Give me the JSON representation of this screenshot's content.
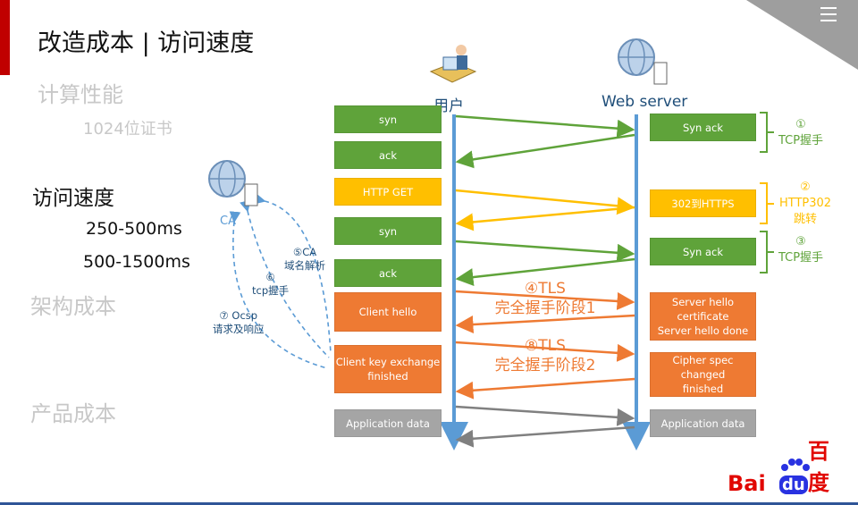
{
  "title": "改造成本 | 访问速度",
  "sidebar": {
    "compute": "计算性能",
    "cert": "1024位证书",
    "access": "访问速度",
    "speed1": "250-500ms",
    "speed2": "500-1500ms",
    "arch": "架构成本",
    "product": "产品成本"
  },
  "actors": {
    "user": "用户",
    "server": "Web server",
    "ca": "CA"
  },
  "client_boxes": [
    "syn",
    "ack",
    "HTTP GET",
    "syn",
    "ack",
    "Client hello",
    "Client key exchange\nfinished",
    "Application data"
  ],
  "server_boxes": [
    "Syn ack",
    "302到HTTPS",
    "Syn ack",
    "Server hello\ncertificate\nServer hello done",
    "Cipher spec changed\nfinished",
    "Application data"
  ],
  "notes": {
    "n1_num": "①",
    "n1_text": "TCP握手",
    "n2_num": "②",
    "n2_text1": "HTTP302",
    "n2_text2": "跳转",
    "n3_num": "③",
    "n3_text": "TCP握手"
  },
  "tls": {
    "t1_line1": "④TLS",
    "t1_line2": "完全握手阶段1",
    "t2_line1": "⑧TLS",
    "t2_line2": "完全握手阶段2"
  },
  "ca_notes": {
    "c5_line1": "⑤CA",
    "c5_line2": "域名解析",
    "c6_line1": "⑥",
    "c6_line2": "tcp握手",
    "c7_line1": "⑦ Ocsp",
    "c7_line2": "请求及响应"
  },
  "logo": {
    "bai": "Bai",
    "du": "du",
    "cn": "百度"
  },
  "colors": {
    "green": "#5fa33a",
    "yellow": "#ffbf00",
    "orange": "#ee7a33",
    "gray": "#a5a5a5",
    "blue": "#5b9bd5",
    "red": "#c00000"
  }
}
